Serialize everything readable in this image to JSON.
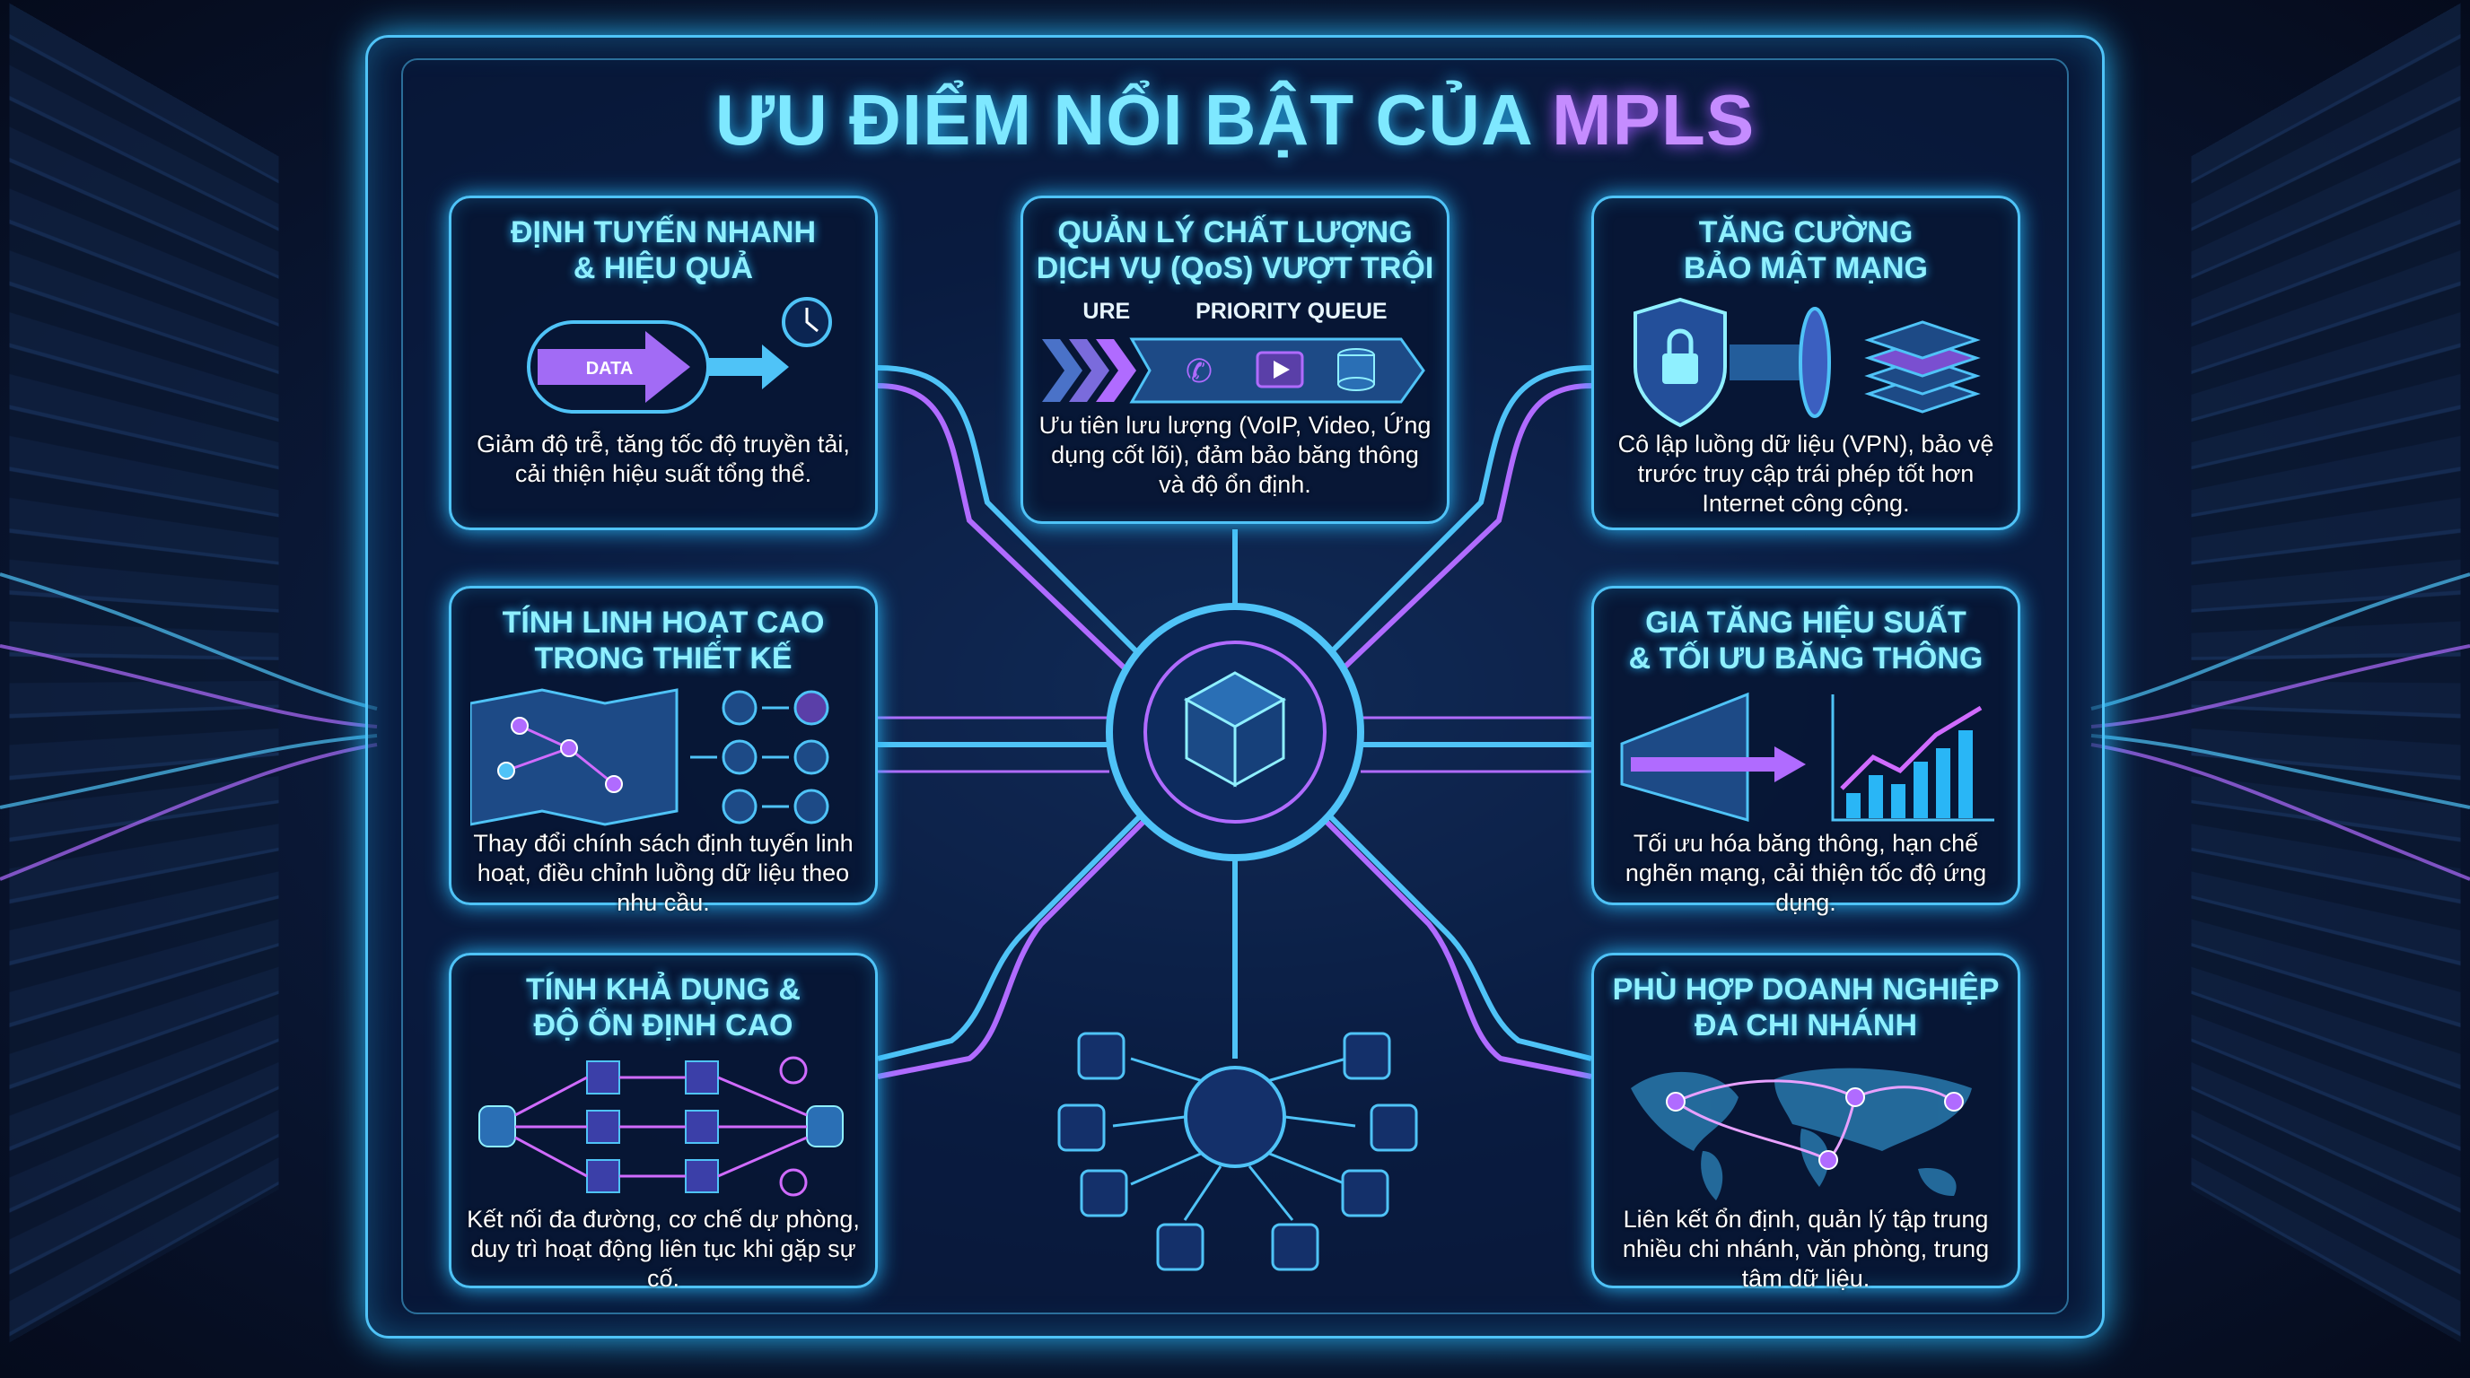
{
  "title": {
    "main": "ƯU ĐIỂM NỔI BẬT CỦA",
    "highlight": "MPLS"
  },
  "cards": [
    {
      "title1": "ĐỊNH TUYẾN NHANH",
      "title2": "& HIỆU QUẢ",
      "label": "DATA",
      "desc": "Giảm độ trễ, tăng tốc độ truyền tải, cải thiện hiệu suất tổng thể."
    },
    {
      "title1": "QUẢN LÝ CHẤT LƯỢNG",
      "title2": "DỊCH VỤ (QoS) VƯỢT TRỘI",
      "sub1": "URE",
      "sub2": "PRIORITY QUEUE",
      "desc": "Ưu tiên lưu lượng (VoIP, Video, Ứng dụng cốt lõi), đảm bảo băng thông và độ ổn định."
    },
    {
      "title1": "TĂNG CƯỜNG",
      "title2": "BẢO MẬT MẠNG",
      "desc": "Cô lập luồng dữ liệu (VPN), bảo vệ trước truy cập trái phép tốt hơn Internet công cộng."
    },
    {
      "title1": "TÍNH LINH HOẠT CAO",
      "title2": "TRONG THIẾT KẾ",
      "desc": "Thay đổi chính sách định tuyến linh hoạt, điều chỉnh luồng dữ liệu theo nhu cầu."
    },
    {
      "title1": "GIA TĂNG HIỆU SUẤT",
      "title2": "& TỐI ƯU BĂNG THÔNG",
      "desc": "Tối ưu hóa băng thông, hạn chế nghẽn mạng, cải thiện tốc độ ứng dụng."
    },
    {
      "title1": "TÍNH KHẢ DỤNG &",
      "title2": "ĐỘ ỔN ĐỊNH CAO",
      "desc": "Kết nối đa đường, cơ chế dự phòng, duy trì hoạt động liên tục khi gặp sự cố."
    },
    {
      "title1": "PHÙ HỢP DOANH NGHIỆP",
      "title2": "ĐA CHI NHÁNH",
      "desc": "Liên kết ổn định, quản lý tập trung nhiều chi nhánh, văn phòng, trung tâm dữ liệu."
    }
  ],
  "colors": {
    "cyan": "#4fc3f7",
    "purple": "#b06bff",
    "bg": "#061026"
  }
}
